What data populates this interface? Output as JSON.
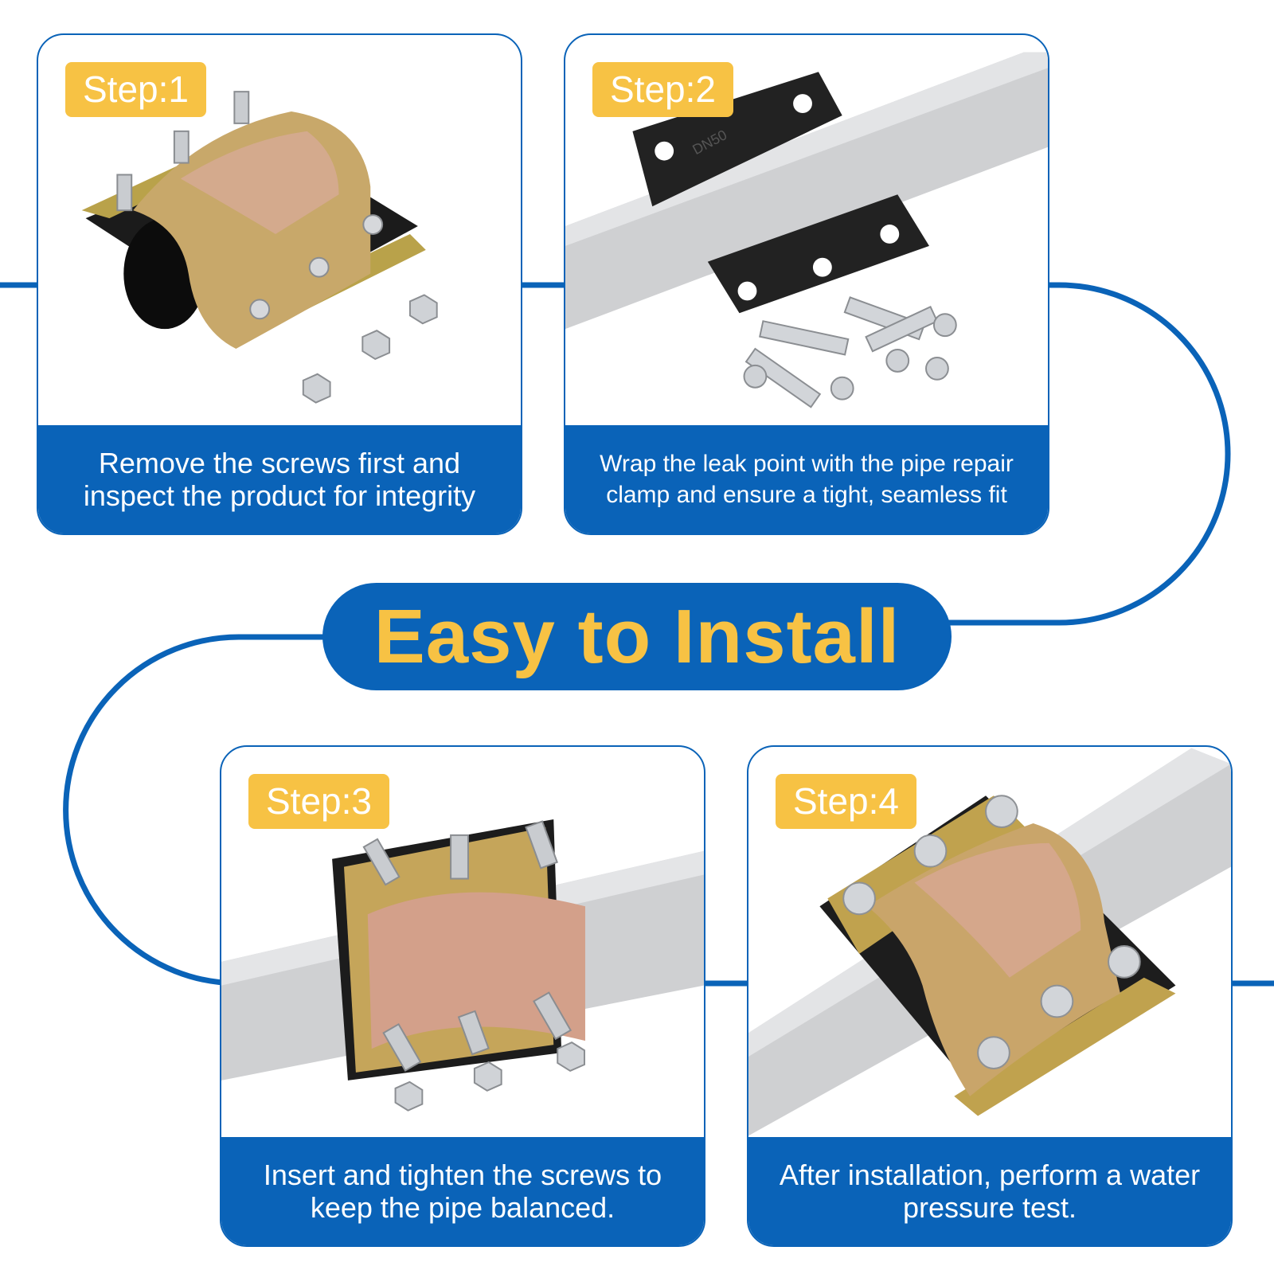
{
  "colors": {
    "brand_blue": "#0a63b8",
    "badge_yellow": "#f7c244",
    "background": "#ffffff"
  },
  "title": "Easy to Install",
  "steps": [
    {
      "badge": "Step:1",
      "caption": "Remove the screws first and inspect the product for integrity",
      "image": "pipe-repair-clamp-with-bolts-and-nuts"
    },
    {
      "badge": "Step:2",
      "caption": "Wrap the leak point with the pipe repair clamp and ensure a tight, seamless fit",
      "image": "rubber-gaskets-on-pipe-with-bolts",
      "image_text": "DN50"
    },
    {
      "badge": "Step:3",
      "caption": "Insert and tighten the screws to keep the pipe balanced.",
      "image": "clamp-on-pipe-with-bolts"
    },
    {
      "badge": "Step:4",
      "caption": "After installation, perform a water pressure test.",
      "image": "installed-clamp-on-pipe"
    }
  ]
}
